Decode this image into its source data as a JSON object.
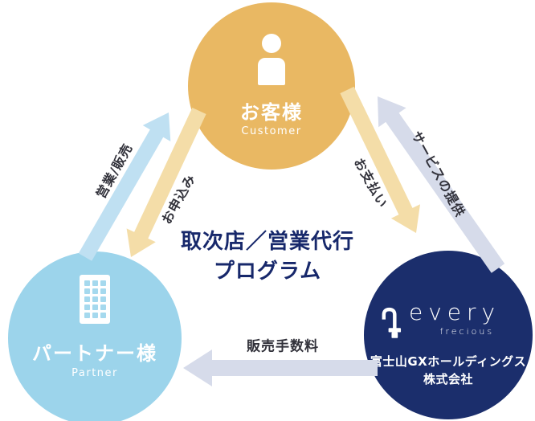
{
  "program": {
    "title_line1": "取次店／営業代行",
    "title_line2": "プログラム"
  },
  "nodes": {
    "customer": {
      "label": "お客様",
      "sublabel": "Customer",
      "color": "#E9B863",
      "icon": "person-icon"
    },
    "partner": {
      "label": "パートナー様",
      "sublabel": "Partner",
      "color": "#9CD4EB",
      "icon": "building-icon"
    },
    "company": {
      "logo_main": "every",
      "logo_sub": "frecious",
      "name_line1": "富士山GXホールディングス",
      "name_line2": "株式会社",
      "color": "#1B2E6C",
      "icon": "faucet-icon"
    }
  },
  "arrows": [
    {
      "label": "営業/販売",
      "from": "partner",
      "to": "customer",
      "color": "#BFE0F2"
    },
    {
      "label": "お申込み",
      "from": "customer",
      "to": "partner",
      "color": "#F4DDA8"
    },
    {
      "label": "お支払い",
      "from": "customer",
      "to": "company",
      "color": "#F4DDA8"
    },
    {
      "label": "サービスの提供",
      "from": "company",
      "to": "customer",
      "color": "#D6DBEA"
    },
    {
      "label": "販売手数料",
      "from": "company",
      "to": "partner",
      "color": "#D6DBEA"
    }
  ],
  "colors": {
    "title_text": "#17286B",
    "arrow_label_text": "#32323B",
    "node_text": "#FFFFFF",
    "background": "#FFFFFF"
  }
}
